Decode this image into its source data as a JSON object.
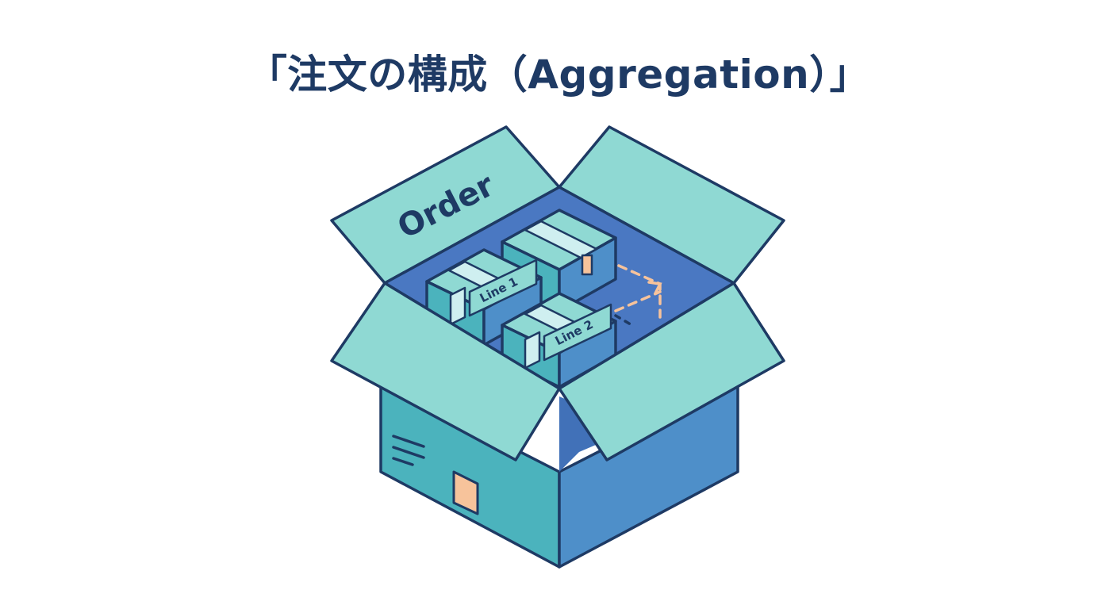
{
  "title": "「注文の構成（Aggregation）」",
  "box": {
    "label": "Order"
  },
  "items": [
    {
      "label": "Line 1"
    },
    {
      "label": "Line 2"
    }
  ],
  "colors": {
    "title": "#1e3a64",
    "outline": "#1e3a64",
    "flap": "#8fd9d3",
    "box_left": "#4bb3bd",
    "box_right": "#4e8fc9",
    "interior": "#4a78c2",
    "accent": "#f7c39b"
  }
}
